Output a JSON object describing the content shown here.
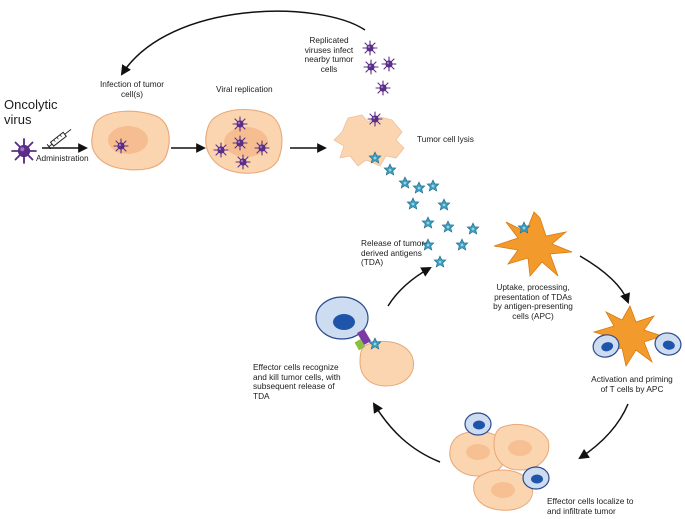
{
  "title": "",
  "labels": {
    "oncolytic_virus": "Oncolytic\nvirus",
    "administration": "Administration",
    "infection": "Infection of tumor\ncell(s)",
    "viral_replication": "Viral replication",
    "replicated_viruses": "Replicated\nviruses infect\nnearby tumor\ncells",
    "tumor_cell_lysis": "Tumor cell lysis",
    "release_tda": "Release of tumor-\nderived antigens\n(TDA)",
    "uptake": "Uptake, processing,\npresentation of TDAs\nby antigen-presenting\ncells (APC)",
    "activation": "Activation and priming\nof T cells by APC",
    "effector_localize": "Effector cells localize to\nand infiltrate tumor",
    "effector_recognize": "Effector cells recognize\nand kill tumor cells, with\nsubsequent release of\nTDA"
  },
  "colors": {
    "tumor_fill": "#fbd4b0",
    "tumor_stroke": "#e8a878",
    "nucleus": "#f5b888",
    "virus": "#5a2d86",
    "antigen": "#3d9dbd",
    "apc": "#f39a2c",
    "tcell_fill": "#cddcf0",
    "tcell_stroke": "#2b4a8c",
    "tcell_nucleus": "#1f55a8",
    "arrow": "#111111"
  },
  "icons": {
    "virus": "virus-icon",
    "syringe": "syringe-icon",
    "antigen": "antigen-icon",
    "apc": "dendritic-cell-icon",
    "tcell": "t-cell-icon"
  }
}
